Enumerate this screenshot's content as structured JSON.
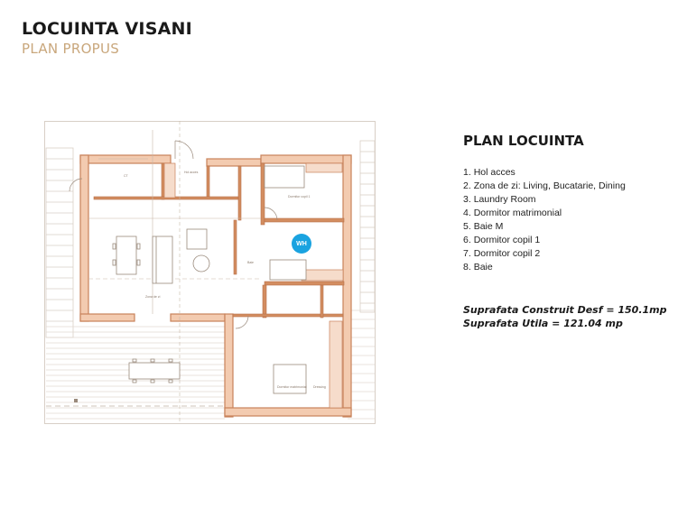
{
  "header": {
    "title": "LOCUINTA VISANI",
    "subtitle": "PLAN PROPUS"
  },
  "legend": {
    "title": "PLAN LOCUINTA",
    "items": [
      {
        "num": "1.",
        "label": "Hol acces"
      },
      {
        "num": "2.",
        "label": "Zona de zi: Living, Bucatarie, Dining"
      },
      {
        "num": "3.",
        "label": "Laundry Room"
      },
      {
        "num": "4.",
        "label": "Dormitor matrimonial"
      },
      {
        "num": "5.",
        "label": "Baie M"
      },
      {
        "num": "6.",
        "label": "Dormitor copil 1"
      },
      {
        "num": "7.",
        "label": "Dormitor copil 2"
      },
      {
        "num": "8.",
        "label": "Baie"
      }
    ]
  },
  "areas": {
    "built": "Suprafata Construit Desf = 150.1mp",
    "usable": "Suprafata Utila = 121.04 mp"
  },
  "marker": {
    "label": "WH",
    "color": "#1aa3e0"
  },
  "colors": {
    "wall": "#c8825a",
    "wall_fill": "#f3cbb0",
    "line": "#c9b8a8",
    "accent_subtitle": "#c9a77c"
  }
}
